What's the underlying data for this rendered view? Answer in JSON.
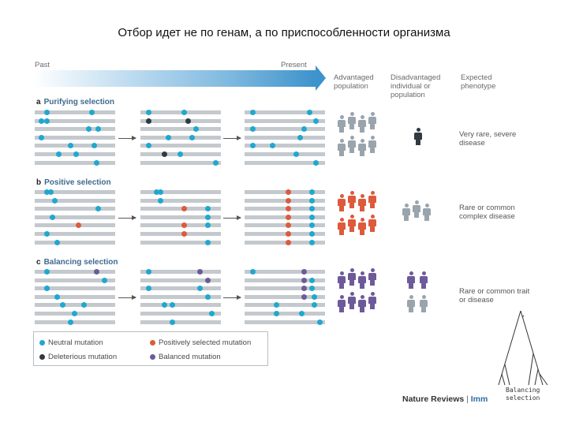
{
  "title": "Отбор идет не по генам, а по приспособленности организма",
  "timeline": {
    "past": "Past",
    "present": "Present"
  },
  "columns": {
    "advantaged": "Advantaged population",
    "disadvantaged": "Disadvantaged individual or population",
    "phenotype": "Expected phenotype"
  },
  "sections": [
    {
      "letter": "a",
      "name": "Purifying selection",
      "phenotype": "Very rare, severe disease",
      "adv_color": "#9aa4ad",
      "dis_color": "#2f3a42"
    },
    {
      "letter": "b",
      "name": "Positive selection",
      "phenotype": "Rare or common complex disease",
      "adv_color": "#dd5a3c",
      "dis_color": "#9aa4ad"
    },
    {
      "letter": "c",
      "name": "Balancing selection",
      "phenotype": "Rare or common trait or disease",
      "adv_color": "#6e5a9a",
      "dis_color": "#9aa4ad"
    }
  ],
  "legend": {
    "neutral": "Neutral mutation",
    "positive": "Positively selected mutation",
    "deleterious": "Deleterious mutation",
    "balanced": "Balanced mutation"
  },
  "colors": {
    "neutral": "#1fa8d0",
    "deleterious": "#2f3a42",
    "positive": "#dd5a3c",
    "balanced": "#6e5a9a",
    "line": "#c4c9ce"
  },
  "credit": {
    "journal": "Nature Reviews",
    "sep": " | ",
    "section": "Imm"
  },
  "tree_label": "Balancing selection"
}
